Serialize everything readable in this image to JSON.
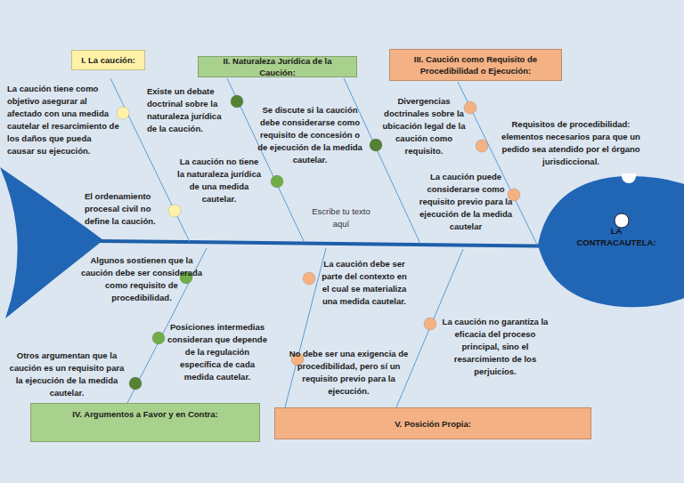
{
  "diagram": {
    "nodes": [
      {
        "text": [
          "I. La caución:"
        ]
      },
      {
        "text": [
          "II. Naturaleza Jurídica de la Caución:"
        ]
      },
      {
        "text": [
          "III. Caución como Requisito de Procedibilidad o Ejecución:"
        ]
      },
      {
        "text": [
          "LA CONTRACAUTELA:"
        ]
      },
      {
        "text": [
          "IV. Argumentos a Favor y en Contra:"
        ]
      },
      {
        "text": [
          "V. Posición Propia:"
        ]
      }
    ],
    "labels": [
      "La caución tiene como objetivo asegurar al afectado con una medida cautelar el resarcimiento de los daños que pueda causar su ejecución.",
      "Existe un debate doctrinal sobre la naturaleza jurídica de la caución.",
      "Se discute si la caución debe considerarse como requisito de concesión o de ejecución de la medida cautelar.",
      "Divergencias doctrinales sobre la ubicación legal de la caución como requisito.",
      "Requisitos de procedibilidad: elementos necesarios para que un pedido sea atendido por el órgano jurisdiccional.",
      "La caución no tiene la naturaleza jurídica de una medida cautelar.",
      "La caución puede considerarse como requisito previo para la ejecución de la medida cautelar",
      "El ordenamiento procesal civil no define la caución.",
      "Escribe tu texto aquí",
      "Algunos sostienen que la caución debe ser considerada como requisito de procedibilidad.",
      "La caución debe ser parte del contexto en el cual se materializa una medida cautelar.",
      "Posiciones intermedias consideran que depende de la regulación específica de cada medida cautelar.",
      "La caución no garantiza la eficacia del proceso principal, sino el resarcimiento de los perjuicios.",
      "No debe ser una exigencia de procedibilidad, pero sí un requisito previo para la ejecución.",
      "Otros argumentan que la caución es un requisito para la ejecución de la medida cautelar."
    ]
  }
}
